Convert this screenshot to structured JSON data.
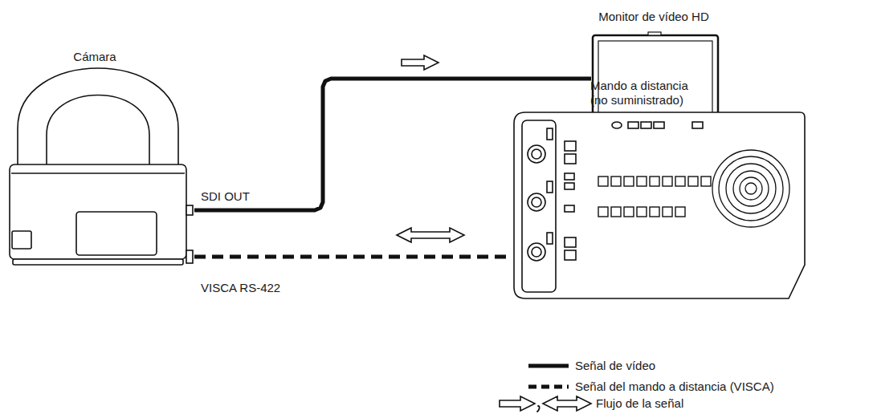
{
  "diagram": {
    "nodes": [
      {
        "text": [
          "Cámara"
        ]
      },
      {
        "text": [
          "Monitor de vídeo HD"
        ]
      },
      {
        "text": [
          "Mando a distancia (no suministrado)"
        ]
      }
    ],
    "edges": [
      {
        "from": 0,
        "to": 1,
        "arrow": "to"
      },
      {
        "from": 0,
        "to": 2,
        "arrow": "both"
      }
    ],
    "labels": [
      "SDI OUT",
      "VISCA RS-422"
    ],
    "legend": [
      {
        "text": "Señal de vídeo"
      },
      {
        "text": "Señal del mando a distancia (VISCA)"
      },
      {
        "text": "Flujo de la señal"
      }
    ]
  }
}
